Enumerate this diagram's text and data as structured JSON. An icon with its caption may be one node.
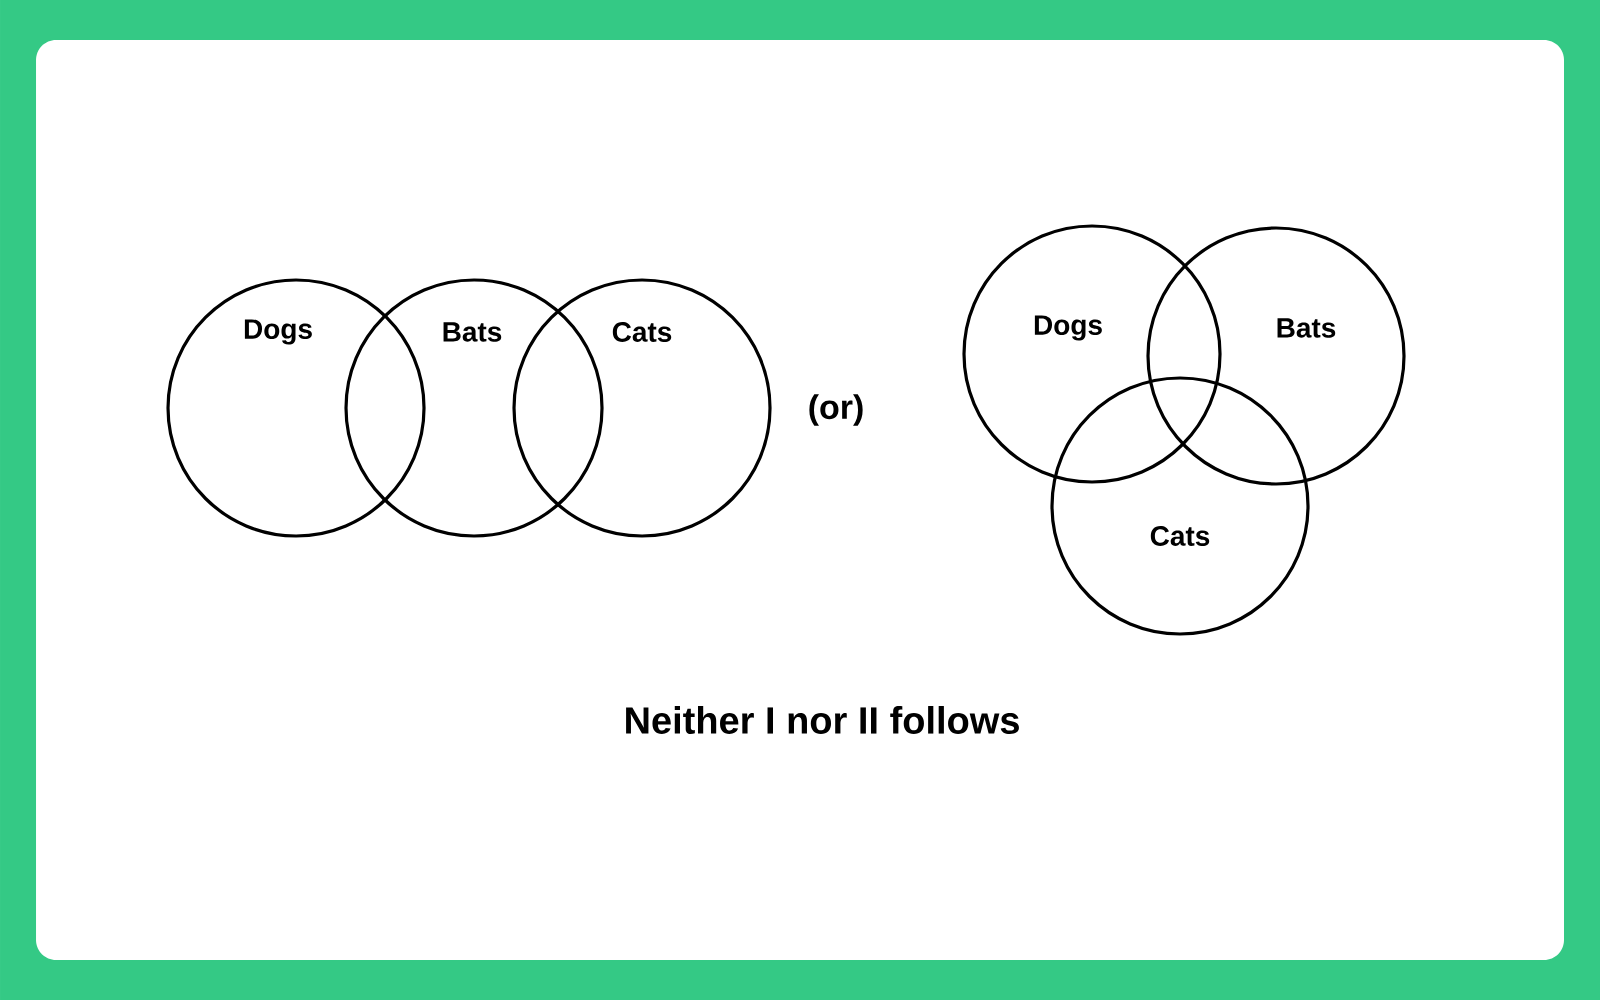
{
  "diagram": {
    "nodes": [
      {
        "text": [
          "Dogs"
        ]
      },
      {
        "text": [
          "Bats"
        ]
      },
      {
        "text": [
          "Cats"
        ]
      },
      {
        "text": [
          "Dogs"
        ]
      },
      {
        "text": [
          "Bats"
        ]
      },
      {
        "text": [
          "Cats"
        ]
      }
    ],
    "labels": [
      "(or)",
      "Neither I nor II follows"
    ]
  }
}
